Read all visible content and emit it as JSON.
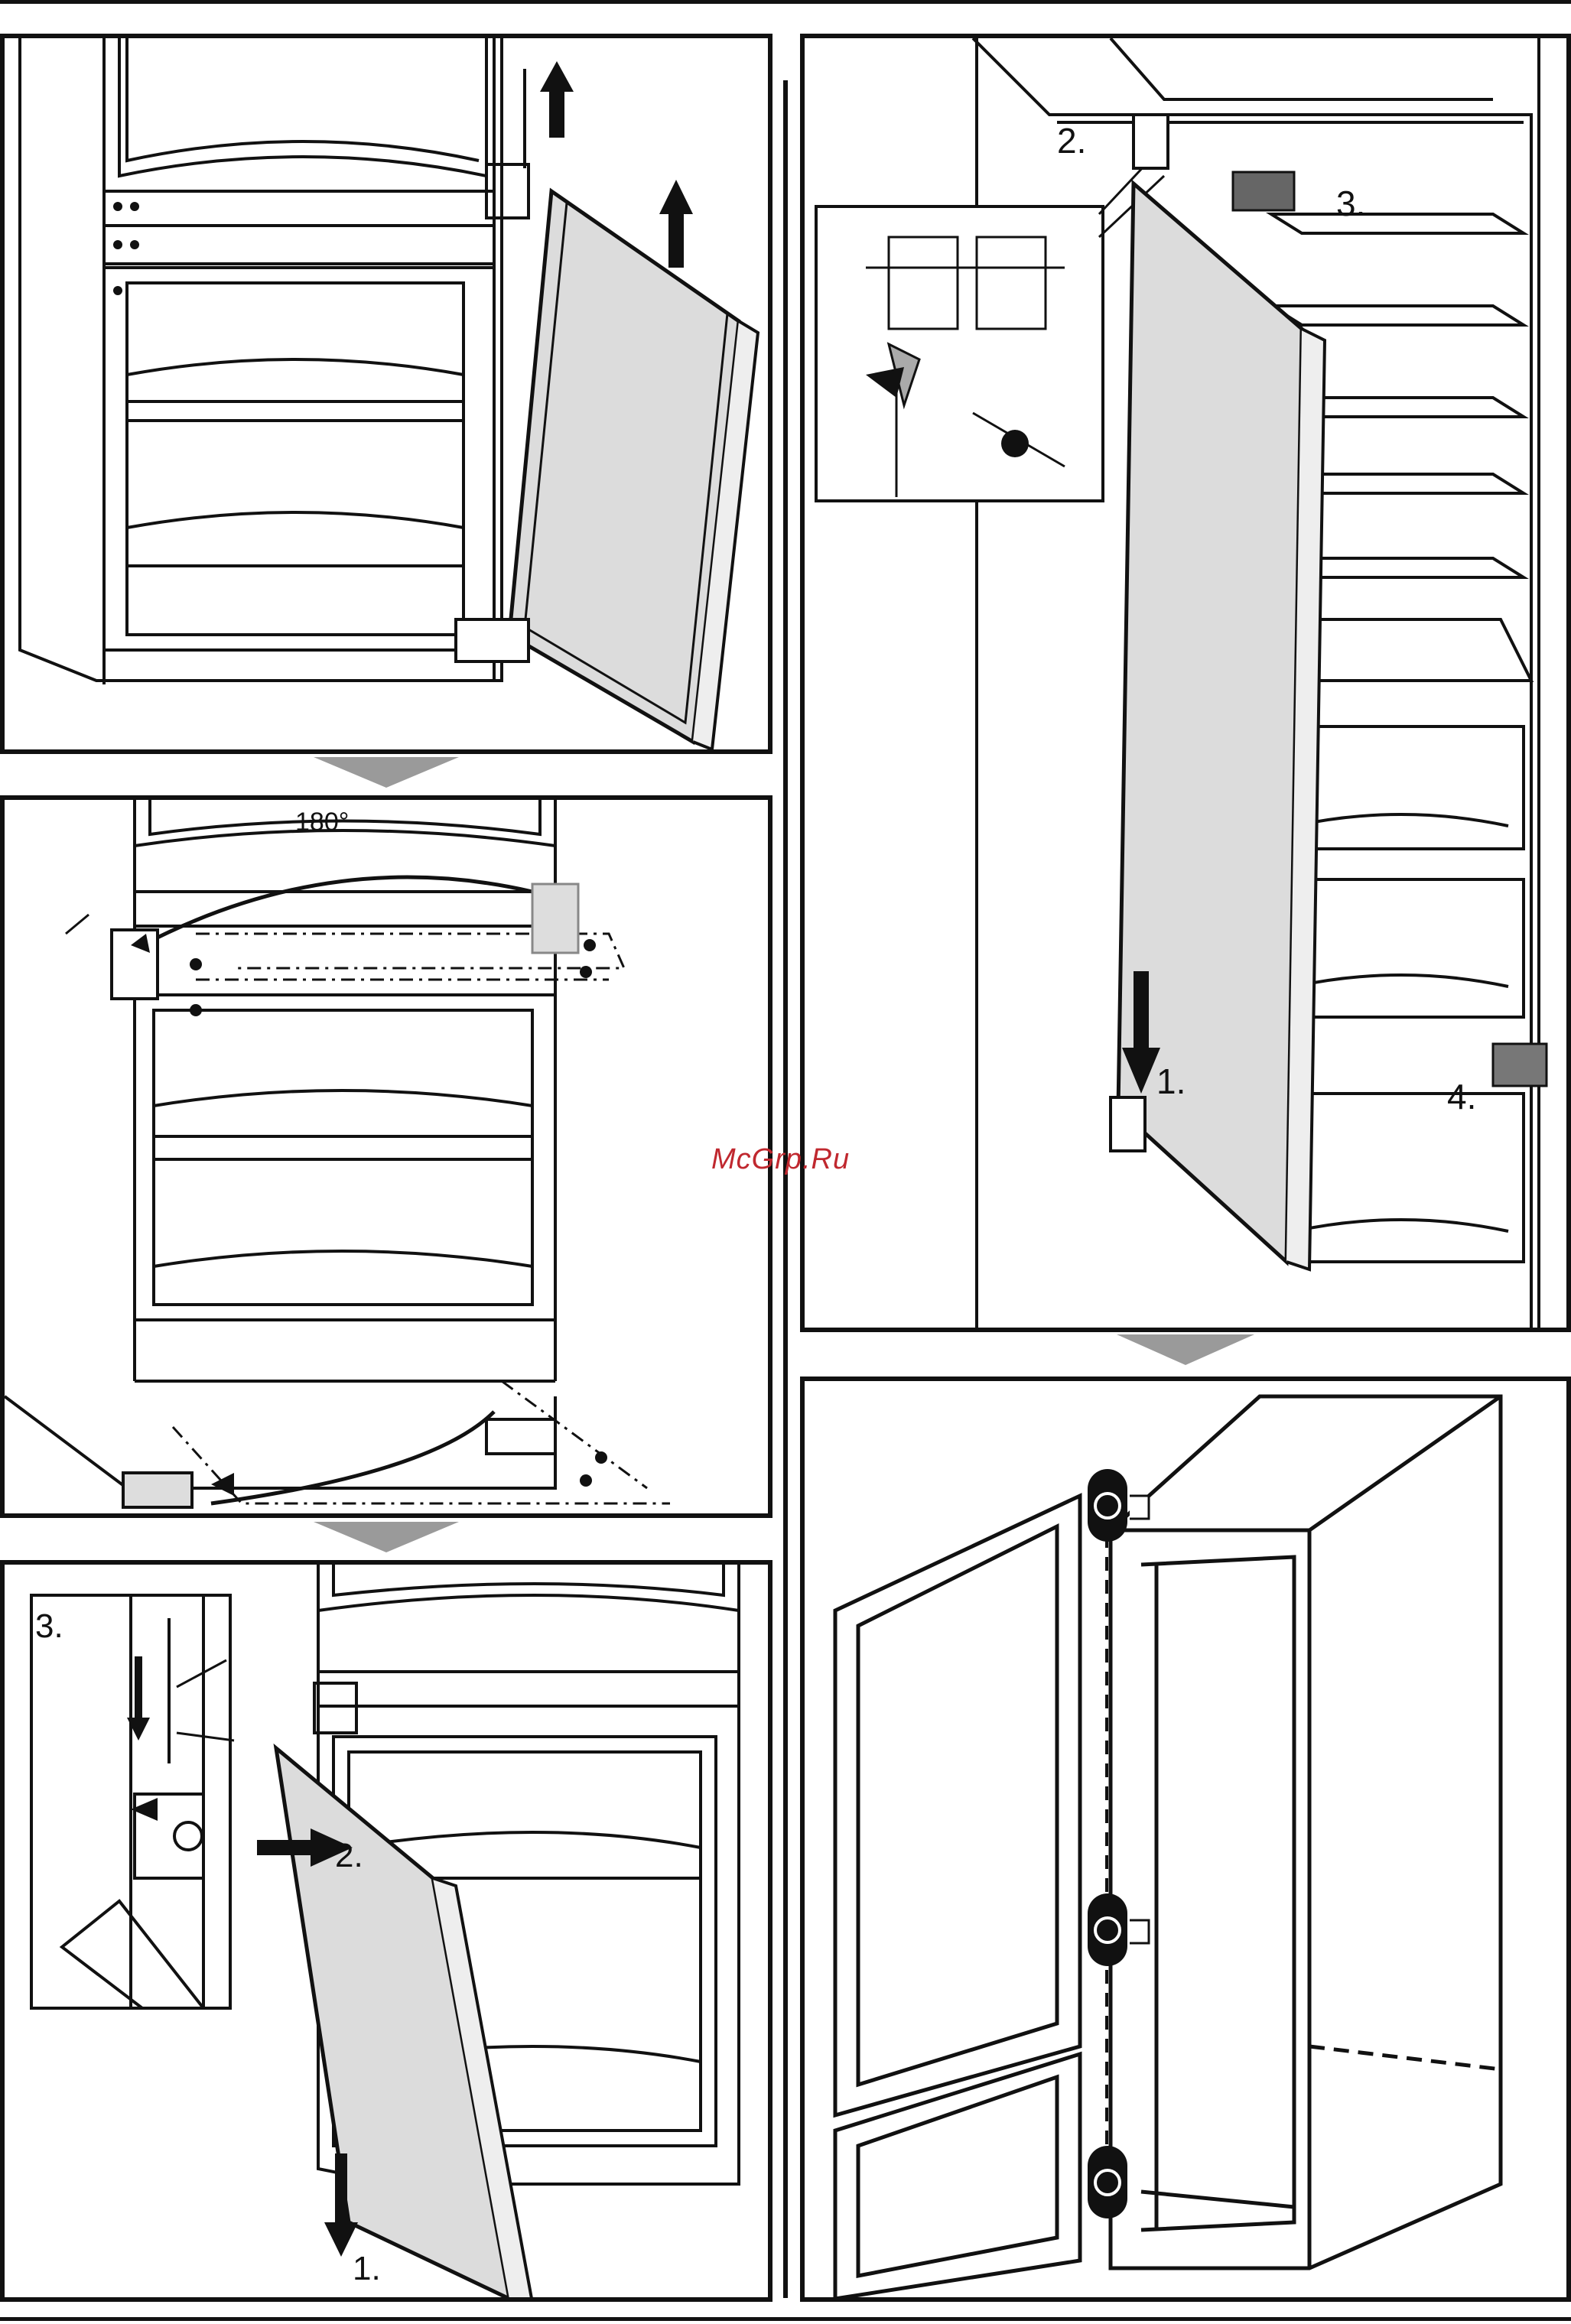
{
  "watermark": "McGrp.Ru",
  "panels": {
    "p2": {
      "angle_label": "180°"
    },
    "p3": {
      "inset_step": "3.",
      "step2": "2.",
      "step1": "1."
    },
    "p4": {
      "step2": "2.",
      "step3": "3.",
      "step1": "1.",
      "step4": "4."
    }
  },
  "colors": {
    "line": "#111111",
    "door_fill": "#dcdcdc",
    "arrow_grey": "#9a9a9a",
    "watermark": "#c0282f"
  }
}
